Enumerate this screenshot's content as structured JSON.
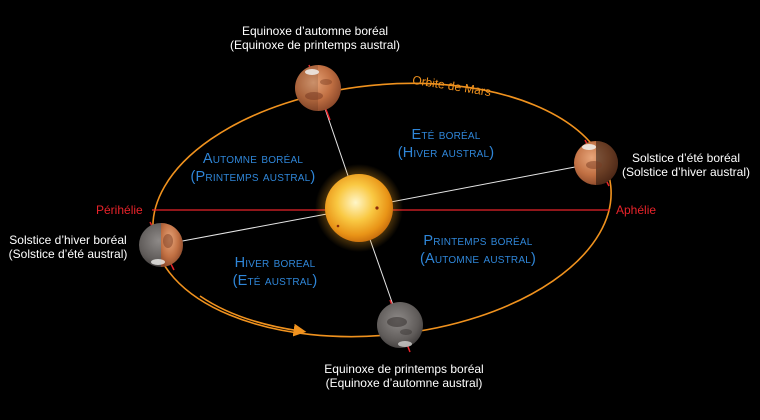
{
  "orbit_label": "Orbite de Mars",
  "perihelion": "Périhélie",
  "aphelion": "Aphélie",
  "positions": {
    "top": {
      "line1": "Equinoxe d’automne boréal",
      "line2": "(Equinoxe de printemps austral)"
    },
    "right": {
      "line1": "Solstice d’été boréal",
      "line2": "(Solstice d’hiver austral)"
    },
    "left": {
      "line1": "Solstice d’hiver boréal",
      "line2": "(Solstice d’été austral)"
    },
    "bottom": {
      "line1": "Equinoxe de printemps boréal",
      "line2": "(Equinoxe d’automne austral)"
    }
  },
  "seasons": {
    "autumn": {
      "line1": "Automne boréal",
      "line2": "(Printemps austral)"
    },
    "summer": {
      "line1": "Eté boréal",
      "line2": "(Hiver austral)"
    },
    "winter": {
      "line1": "Hiver boreal",
      "line2": "(Eté austral)"
    },
    "spring": {
      "line1": "Printemps boréal",
      "line2": "(Automne austral)"
    }
  },
  "colors": {
    "background": "#000000",
    "orbit": "#f0921e",
    "apsides": "#e8232a",
    "season_text": "#2f86d8",
    "label_text": "#ffffff",
    "sun": "#f7b52b"
  }
}
